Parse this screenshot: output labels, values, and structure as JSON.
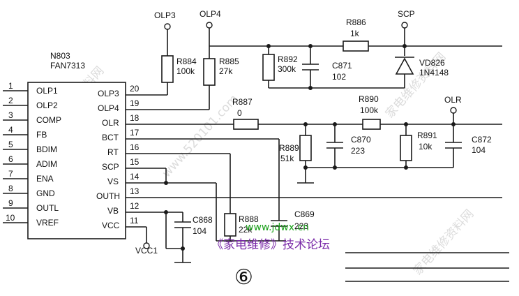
{
  "ic": {
    "designator": "N803",
    "part": "FAN7313",
    "left_pins": [
      {
        "num": "1",
        "name": "OLP1"
      },
      {
        "num": "2",
        "name": "OLP2"
      },
      {
        "num": "3",
        "name": "COMP"
      },
      {
        "num": "4",
        "name": "FB"
      },
      {
        "num": "5",
        "name": "BDIM"
      },
      {
        "num": "6",
        "name": "ADIM"
      },
      {
        "num": "7",
        "name": "ENA"
      },
      {
        "num": "8",
        "name": "GND"
      },
      {
        "num": "9",
        "name": "OUTL"
      },
      {
        "num": "10",
        "name": "VREF"
      }
    ],
    "right_pins": [
      {
        "num": "20",
        "name": "OLP3"
      },
      {
        "num": "19",
        "name": "OLP4"
      },
      {
        "num": "18",
        "name": "OLR"
      },
      {
        "num": "17",
        "name": "BCT"
      },
      {
        "num": "16",
        "name": "RT"
      },
      {
        "num": "15",
        "name": "SCP"
      },
      {
        "num": "14",
        "name": "VS"
      },
      {
        "num": "13",
        "name": "OUTH"
      },
      {
        "num": "12",
        "name": "VB"
      },
      {
        "num": "11",
        "name": "VCC"
      }
    ]
  },
  "nets": {
    "olp3": "OLP3",
    "olp4": "OLP4",
    "scp": "SCP",
    "olr": "OLR",
    "vcc1": "VCC1"
  },
  "components": {
    "r884": {
      "ref": "R884",
      "value": "100k"
    },
    "r885": {
      "ref": "R885",
      "value": "27k"
    },
    "r892": {
      "ref": "R892",
      "value": "300k"
    },
    "c871": {
      "ref": "C871",
      "value": "102"
    },
    "r886": {
      "ref": "R886",
      "value": "1k"
    },
    "vd826": {
      "ref": "VD826",
      "value": "1N4148"
    },
    "r887": {
      "ref": "R887",
      "value": "0"
    },
    "r890": {
      "ref": "R890",
      "value": "100k"
    },
    "r889": {
      "ref": "R889",
      "value": "51k"
    },
    "c870": {
      "ref": "C870",
      "value": "223"
    },
    "r891": {
      "ref": "R891",
      "value": "10k"
    },
    "c872": {
      "ref": "C872",
      "value": "104"
    },
    "c868": {
      "ref": "C868",
      "value": "104"
    },
    "r888": {
      "ref": "R888",
      "value": "22k"
    },
    "c869": {
      "ref": "C869",
      "value": "223"
    }
  },
  "watermark": {
    "site": "www.jdwx.cn",
    "forum": "《家电维修》技术论坛",
    "diag": [
      "家电维修资料网",
      "www.520101.com",
      "家电维修资料网",
      "家电维修资料网"
    ]
  },
  "figure_number": "⑥"
}
